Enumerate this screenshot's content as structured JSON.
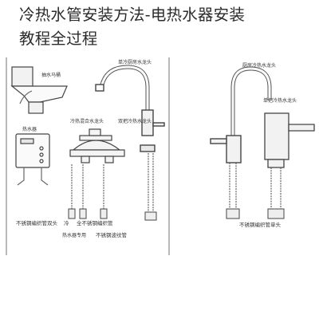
{
  "article": {
    "title_line1": "冷热水管安装方法-电热水器安装",
    "title_line2": "教程全过程"
  },
  "diagram_labels": {
    "toilet": "抽水马桶",
    "heater": "热水器",
    "left_faucet_top": "单冷厨房水龙头",
    "left_faucet_mid": "冷热混合水龙头",
    "basin_faucet": "双把冷热水龙头",
    "right_top_left": "厨房冷热水龙头",
    "right_top_right": "单把冷热水龙头",
    "caption_bl_1": "不锈钢编织管双头",
    "caption_bl_2": "冷",
    "caption_bl_3": "全不锈钢编织管",
    "caption_bl_4": "热水器专用",
    "caption_bl_5": "不锈钢波纹管",
    "caption_right": "不锈钢编织管单头"
  },
  "colors": {
    "line": "#444444",
    "pipe": "#666666",
    "text": "#333333"
  }
}
